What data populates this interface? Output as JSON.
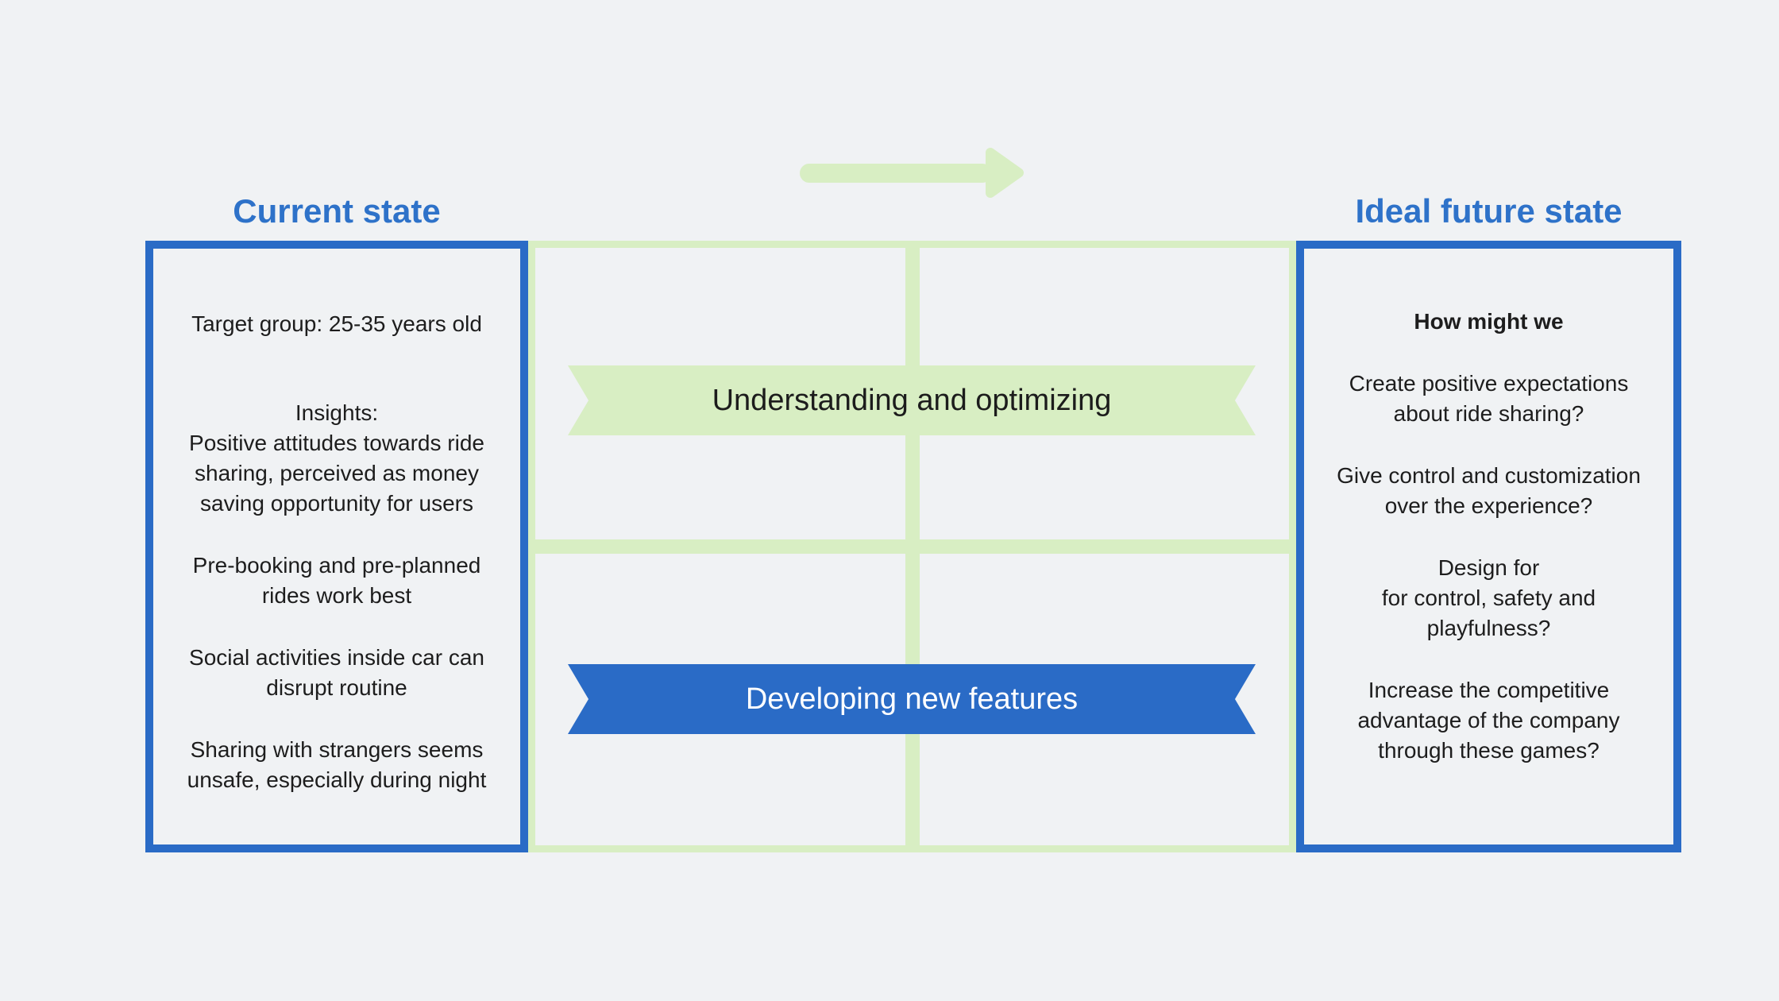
{
  "colors": {
    "page-bg": "#f0f2f4",
    "blue": "#2a6bc6",
    "title-blue": "#2e72c9",
    "green": "#d8eec3",
    "text-dark": "#1d1d1d",
    "banner-green-text": "#1c1c1c",
    "banner-blue-text": "#ffffff"
  },
  "headers": {
    "left_title": "Current state",
    "right_title": "Ideal future state"
  },
  "arrow_icon": "right-arrow",
  "current_state": {
    "paragraphs": [
      [
        "Target group: 25-35 years old"
      ],
      [
        "Insights:",
        "Positive attitudes towards ride",
        "sharing, perceived as money",
        "saving opportunity for users"
      ],
      [
        "Pre-booking and pre-planned",
        "rides work best"
      ],
      [
        "Social activities inside car can",
        "disrupt routine"
      ],
      [
        "Sharing with strangers seems",
        "unsafe, especially during night"
      ]
    ]
  },
  "ideal_future_state": {
    "heading": "How might we",
    "paragraphs": [
      [
        "Create positive expectations",
        "about ride sharing?"
      ],
      [
        "Give control and customization",
        "over the experience?"
      ],
      [
        "Design for",
        "for control, safety and",
        "playfulness?"
      ],
      [
        "Increase the competitive",
        "advantage  of the company",
        "through these games?"
      ]
    ]
  },
  "banners": [
    {
      "id": "understanding",
      "label": "Understanding and optimizing"
    },
    {
      "id": "developing",
      "label": "Developing new features"
    }
  ]
}
